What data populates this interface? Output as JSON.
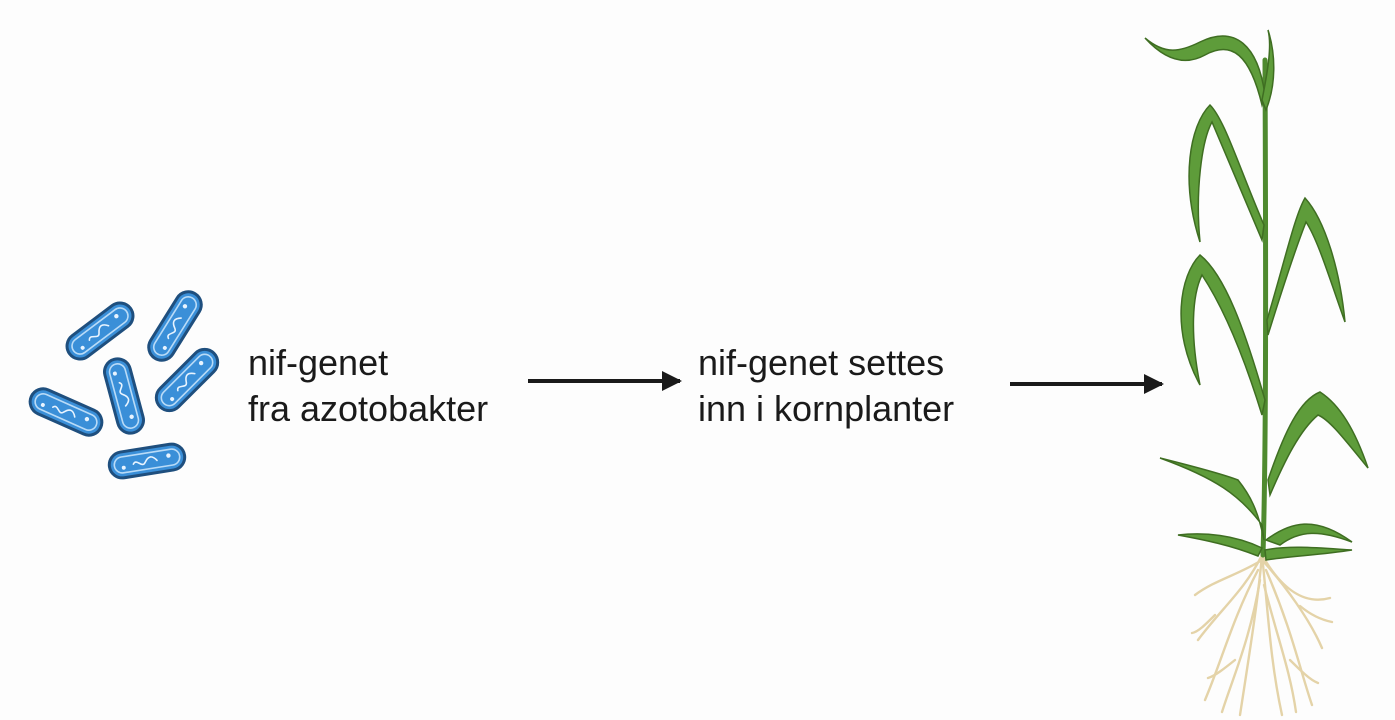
{
  "diagram": {
    "source_label": {
      "line1": "nif-genet",
      "line2": "fra azotobakter"
    },
    "step_label": {
      "line1": "nif-genet settes",
      "line2": "inn i kornplanter"
    },
    "icons": {
      "bacteria": "azotobacter-bacteria-cluster-icon",
      "arrow": "right-arrow-icon",
      "plant": "grain-plant-with-roots-icon"
    },
    "colors": {
      "bacteria_fill": "#3a8fd8",
      "bacteria_outline": "#1f4f7e",
      "leaf": "#5e9c3a",
      "leaf_dark": "#3f6e22",
      "root": "#e4d3a8",
      "arrow": "#1a1a1a",
      "text": "#1a1a1a"
    }
  }
}
